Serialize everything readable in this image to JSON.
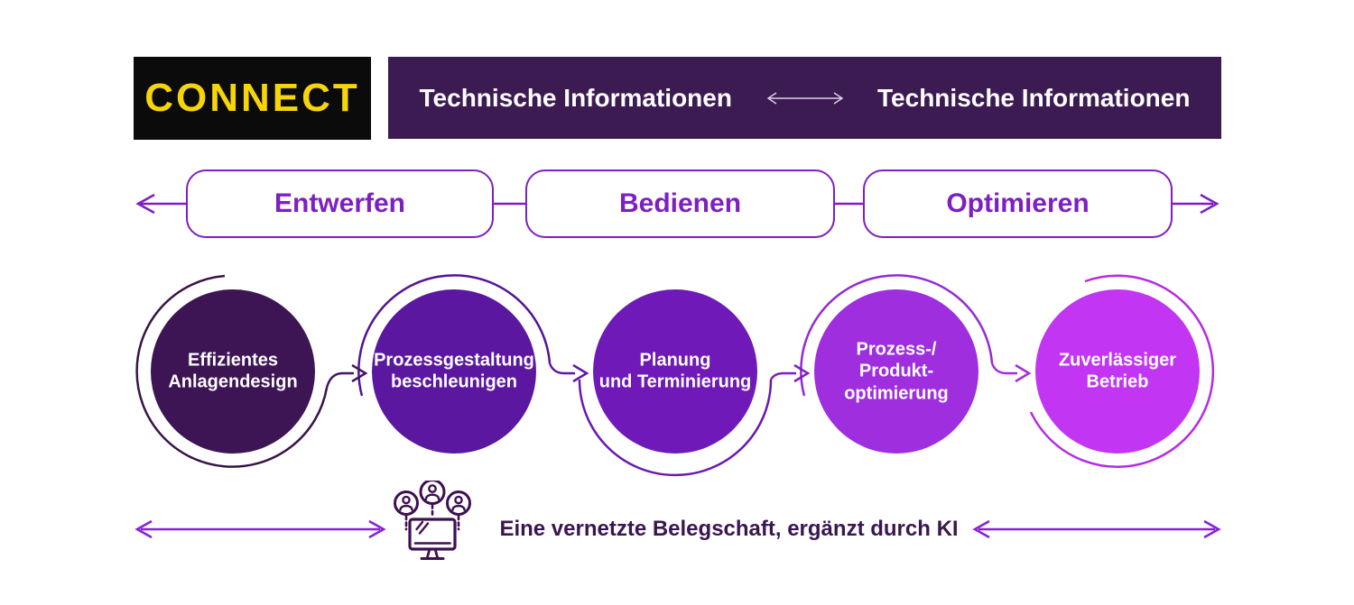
{
  "colors": {
    "logo-bg": "#0b0b0b",
    "logo-text": "#f5d40a",
    "banner-bg": "#3c1a52",
    "banner-text": "#ffffff",
    "banner-arrow": "#ddd3ea",
    "phase": "#7e1fc2",
    "circle-text": "#ffffff",
    "footer-arrow": "#8822d4",
    "footer-text": "#3a1650",
    "icon": "#3d1052"
  },
  "logo": {
    "text": "CONNECT"
  },
  "banner": {
    "left_label": "Technische Informationen",
    "right_label": "Technische Informationen"
  },
  "phases": [
    {
      "label": "Entwerfen"
    },
    {
      "label": "Bedienen"
    },
    {
      "label": "Optimieren"
    }
  ],
  "steps": [
    {
      "label": "Effizientes\nAnlagendesign",
      "fill": "#3d1554",
      "arc": "#371448"
    },
    {
      "label": "Prozessgestaltung\nbeschleunigen",
      "fill": "#5b17a0",
      "arc": "#541394"
    },
    {
      "label": "Planung\nund Terminierung",
      "fill": "#6f1ab8",
      "arc": "#6a18b2"
    },
    {
      "label": "Prozess-/\nProdukt-\noptimierung",
      "fill": "#9e2ede",
      "arc": "#932bd4"
    },
    {
      "label": "Zuverlässiger\nBetrieb",
      "fill": "#c235f2",
      "arc": "#b52ae4"
    }
  ],
  "connectors": [
    {
      "color": "#451663"
    },
    {
      "color": "#5e17a4"
    },
    {
      "color": "#7d1ec4"
    },
    {
      "color": "#a52ae0"
    }
  ],
  "footer": {
    "label": "Eine vernetzte Belegschaft, ergänzt durch KI"
  }
}
